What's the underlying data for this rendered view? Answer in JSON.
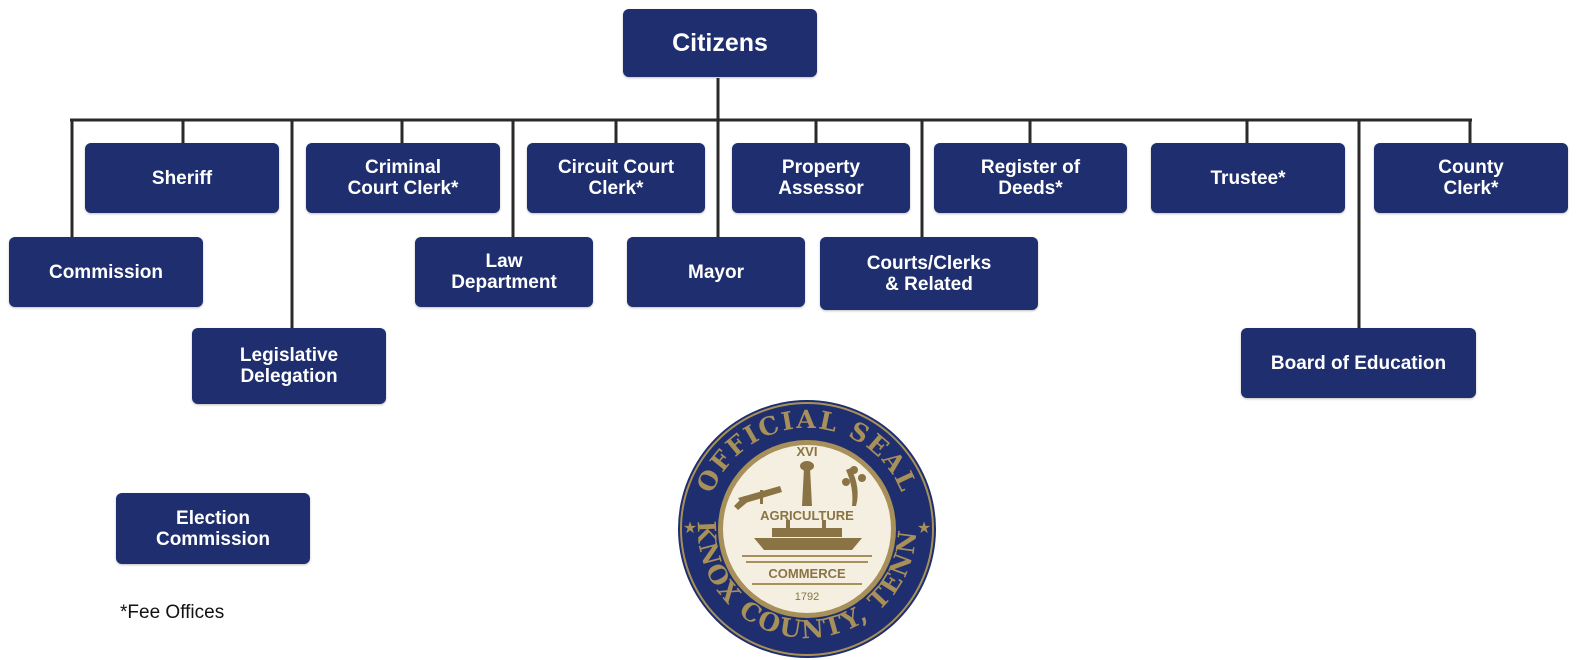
{
  "root": {
    "label": "Citizens"
  },
  "offices": {
    "sheriff": "Sheriff",
    "criminal_court_clerk": "Criminal\nCourt Clerk*",
    "circuit_court_clerk": "Circuit Court\nClerk*",
    "property_assessor": "Property\nAssessor",
    "register_of_deeds": "Register of\nDeeds*",
    "trustee": "Trustee*",
    "county_clerk": "County\nClerk*",
    "commission": "Commission",
    "law_department": "Law\nDepartment",
    "mayor": "Mayor",
    "courts_clerks_related": "Courts/Clerks\n& Related",
    "legislative_delegation": "Legislative\nDelegation",
    "board_of_education": "Board of Education",
    "election_commission": "Election\nCommission"
  },
  "footnote": "*Fee Offices",
  "seal": {
    "top_text": "OFFICIAL SEAL",
    "bottom_text": "KNOX COUNTY, TENN.",
    "numeral": "XVI",
    "word1": "AGRICULTURE",
    "word2": "COMMERCE",
    "year": "1792",
    "colors": {
      "ring": "#1e2e6e",
      "gold": "#a8905a",
      "cream": "#f4efe0"
    }
  }
}
